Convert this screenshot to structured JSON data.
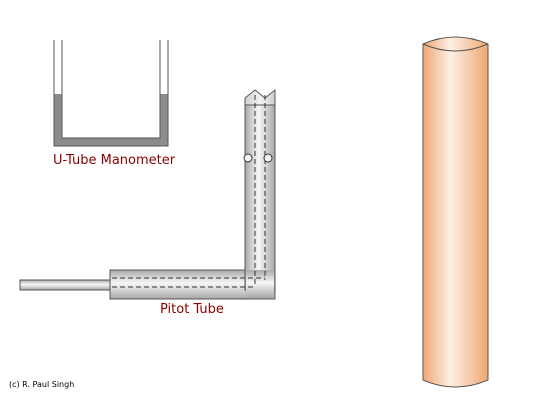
{
  "labels": {
    "manometer": "U-Tube Manometer",
    "pitot": "Pitot Tube",
    "copyright": "(c) R. Paul Singh"
  },
  "colors": {
    "label": "#8b0000",
    "tube_outline": "#555555",
    "fluid": "#8c8c8c",
    "pipe_light": "#fdf0e6",
    "pipe_dark": "#efa772",
    "metal_light": "#f6f6f6",
    "metal_dark": "#9a9a9a"
  }
}
